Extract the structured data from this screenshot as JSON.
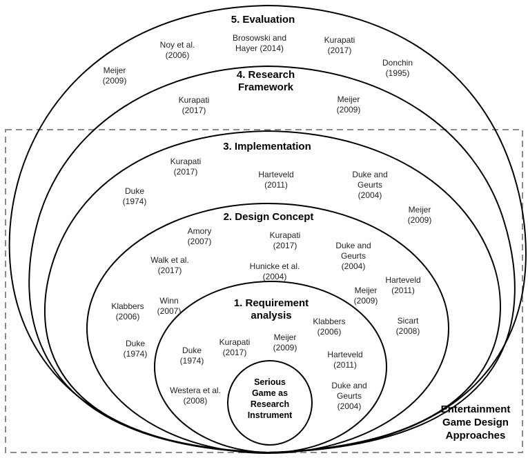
{
  "layers": [
    {
      "id": "evaluation",
      "title": [
        "5. Evaluation"
      ]
    },
    {
      "id": "research-framework",
      "title": [
        "4. Research",
        "Framework"
      ]
    },
    {
      "id": "implementation",
      "title": [
        "3. Implementation"
      ]
    },
    {
      "id": "design-concept",
      "title": [
        "2. Design Concept"
      ]
    },
    {
      "id": "requirement-analysis",
      "title": [
        "1. Requirement",
        "analysis"
      ]
    }
  ],
  "core": [
    "Serious",
    "Game as",
    "Research",
    "Instrument"
  ],
  "entertainment_box": [
    "Entertainment",
    "Game Design",
    "Approaches"
  ],
  "refs": {
    "evaluation": [
      [
        "Meijer",
        "(2009)"
      ],
      [
        "Noy et al.",
        "(2006)"
      ],
      [
        "Brosowski and",
        "Hayer (2014)"
      ],
      [
        "Kurapati",
        "(2017)"
      ],
      [
        "Donchin",
        "(1995)"
      ]
    ],
    "research_framework": [
      [
        "Kurapati",
        "(2017)"
      ],
      [
        "Meijer",
        "(2009)"
      ]
    ],
    "implementation": [
      [
        "Kurapati",
        "(2017)"
      ],
      [
        "Harteveld",
        "(2011)"
      ],
      [
        "Duke and",
        "Geurts",
        "(2004)"
      ],
      [
        "Duke",
        "(1974)"
      ],
      [
        "Meijer",
        "(2009)"
      ]
    ],
    "design_concept": [
      [
        "Amory",
        "(2007)"
      ],
      [
        "Kurapati",
        "(2017)"
      ],
      [
        "Duke and",
        "Geurts",
        "(2004)"
      ],
      [
        "Walk et al.",
        "(2017)"
      ],
      [
        "Hunicke et al.",
        "(2004)"
      ],
      [
        "Harteveld",
        "(2011)"
      ],
      [
        "Meijer",
        "(2009)"
      ],
      [
        "Klabbers",
        "(2006)"
      ],
      [
        "Winn",
        "(2007)"
      ],
      [
        "Sicart",
        "(2008)"
      ],
      [
        "Duke",
        "(1974)"
      ]
    ],
    "requirement_analysis": [
      [
        "Klabbers",
        "(2006)"
      ],
      [
        "Meijer",
        "(2009)"
      ],
      [
        "Kurapati",
        "(2017)"
      ],
      [
        "Duke",
        "(1974)"
      ],
      [
        "Harteveld",
        "(2011)"
      ],
      [
        "Westera et al.",
        "(2008)"
      ],
      [
        "Duke and",
        "Geurts",
        "(2004)"
      ]
    ]
  }
}
